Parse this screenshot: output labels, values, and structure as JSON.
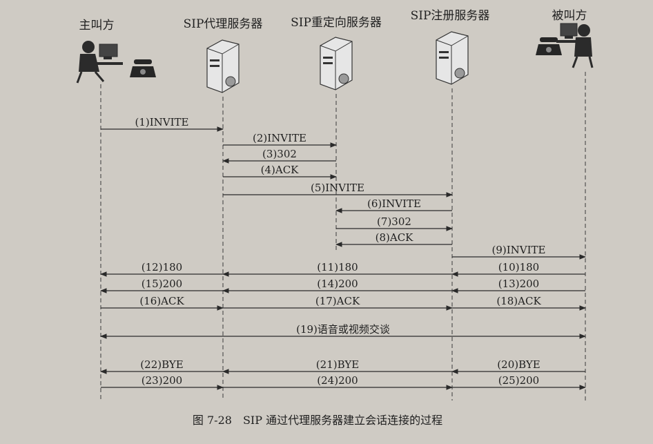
{
  "actors": [
    {
      "id": "caller",
      "label": "主叫方",
      "icon": "person-at-desk"
    },
    {
      "id": "proxy",
      "label": "SIP代理服务器",
      "icon": "server"
    },
    {
      "id": "redirect",
      "label": "SIP重定向服务器",
      "icon": "server"
    },
    {
      "id": "registrar",
      "label": "SIP注册服务器",
      "icon": "server"
    },
    {
      "id": "callee",
      "label": "被叫方",
      "icon": "person-at-desk"
    }
  ],
  "messages": [
    {
      "label": "(1)INVITE",
      "from": "caller",
      "to": "proxy"
    },
    {
      "label": "(2)INVITE",
      "from": "proxy",
      "to": "redirect"
    },
    {
      "label": "(3)302",
      "from": "redirect",
      "to": "proxy"
    },
    {
      "label": "(4)ACK",
      "from": "proxy",
      "to": "redirect"
    },
    {
      "label": "(5)INVITE",
      "from": "proxy",
      "to": "registrar"
    },
    {
      "label": "(6)INVITE",
      "from": "registrar",
      "to": "redirect"
    },
    {
      "label": "(7)302",
      "from": "redirect",
      "to": "registrar"
    },
    {
      "label": "(8)ACK",
      "from": "registrar",
      "to": "redirect"
    },
    {
      "label": "(9)INVITE",
      "from": "registrar",
      "to": "callee"
    },
    {
      "label": "(10)180",
      "from": "callee",
      "to": "registrar"
    },
    {
      "label": "(11)180",
      "from": "registrar",
      "to": "proxy"
    },
    {
      "label": "(12)180",
      "from": "proxy",
      "to": "caller"
    },
    {
      "label": "(13)200",
      "from": "callee",
      "to": "registrar"
    },
    {
      "label": "(14)200",
      "from": "registrar",
      "to": "proxy"
    },
    {
      "label": "(15)200",
      "from": "proxy",
      "to": "caller"
    },
    {
      "label": "(16)ACK",
      "from": "caller",
      "to": "proxy"
    },
    {
      "label": "(17)ACK",
      "from": "proxy",
      "to": "registrar"
    },
    {
      "label": "(18)ACK",
      "from": "registrar",
      "to": "callee"
    },
    {
      "label": "(19)语音或视频交谈",
      "from": "caller",
      "to": "callee",
      "bidirectional": true
    },
    {
      "label": "(20)BYE",
      "from": "callee",
      "to": "registrar"
    },
    {
      "label": "(21)BYE",
      "from": "registrar",
      "to": "proxy"
    },
    {
      "label": "(22)BYE",
      "from": "proxy",
      "to": "caller"
    },
    {
      "label": "(23)200",
      "from": "caller",
      "to": "proxy"
    },
    {
      "label": "(24)200",
      "from": "proxy",
      "to": "registrar"
    },
    {
      "label": "(25)200",
      "from": "registrar",
      "to": "callee"
    }
  ],
  "caption": "图 7-28　SIP 通过代理服务器建立会话连接的过程",
  "colors": {
    "background": "#cfcbc4",
    "ink": "#1f1f1f",
    "server": "#e6e6e6"
  }
}
